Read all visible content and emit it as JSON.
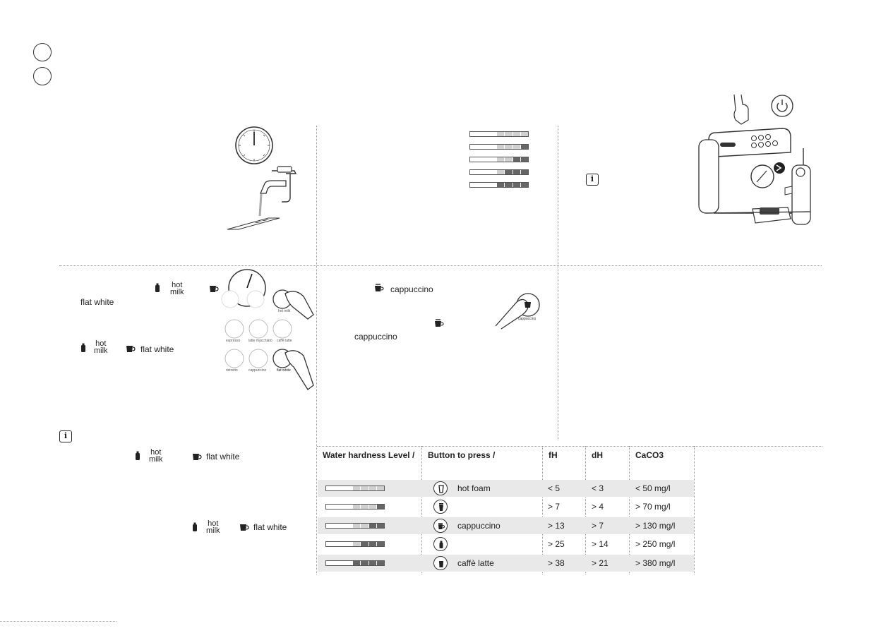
{
  "colors": {
    "bar_light": "#d0d0d0",
    "bar_dark": "#666666",
    "row_shade": "#e9e9e9",
    "dots": "#9a9a9a"
  },
  "icons": [
    "power-icon",
    "info-icon",
    "clock-icon",
    "faucet-icon",
    "test-strip-icon",
    "cup-icon",
    "hot-milk-icon",
    "finger-press-icon",
    "coffee-machine-icon"
  ],
  "step_top_center": {
    "bars": [
      {
        "dark": 0
      },
      {
        "dark": 1
      },
      {
        "dark": 2
      },
      {
        "dark": 3
      },
      {
        "dark": 4
      }
    ]
  },
  "step_bottom_left": {
    "line1": {
      "hot_milk": "hot\nmilk",
      "hot": "hot",
      "milk": "milk",
      "flat_white": "flat white"
    },
    "line2": {
      "hot": "hot",
      "milk": "milk",
      "flat_white": "flat white"
    },
    "tip": {
      "hot": "hot",
      "milk": "milk",
      "flat_white": "flat white"
    },
    "tip2": {
      "hot": "hot",
      "milk": "milk",
      "flat_white": "flat white"
    }
  },
  "step_bottom_center": {
    "cappuccino_1": "cappuccino",
    "cappuccino_2": "cappuccino",
    "illustration_label": "cappuccino"
  },
  "panel_illustration": {
    "row1": [
      "espresso",
      "latte macchiato",
      "caffè latte"
    ],
    "row2": [
      "ristretto",
      "cappuccino",
      "flat white"
    ],
    "hot_milk_label": "hot milk"
  },
  "table": {
    "headers": [
      "Water hardness Level /",
      "Button to press /",
      "fH",
      "dH",
      "CaCO3"
    ],
    "rows": [
      {
        "level_dark": 0,
        "button": "hot foam",
        "fH": "< 5",
        "dH": "< 3",
        "caco3": "< 50 mg/l",
        "shaded": true
      },
      {
        "level_dark": 1,
        "button": "",
        "fH": "> 7",
        "dH": "> 4",
        "caco3": "> 70 mg/l",
        "shaded": false
      },
      {
        "level_dark": 2,
        "button": "cappuccino",
        "fH": "> 13",
        "dH": "> 7",
        "caco3": "> 130 mg/l",
        "shaded": true
      },
      {
        "level_dark": 3,
        "button": "",
        "fH": "> 25",
        "dH": "> 14",
        "caco3": "> 250 mg/l",
        "shaded": false
      },
      {
        "level_dark": 4,
        "button": "caffè latte",
        "fH": "> 38",
        "dH": "> 21",
        "caco3": "> 380 mg/l",
        "shaded": true
      }
    ]
  }
}
